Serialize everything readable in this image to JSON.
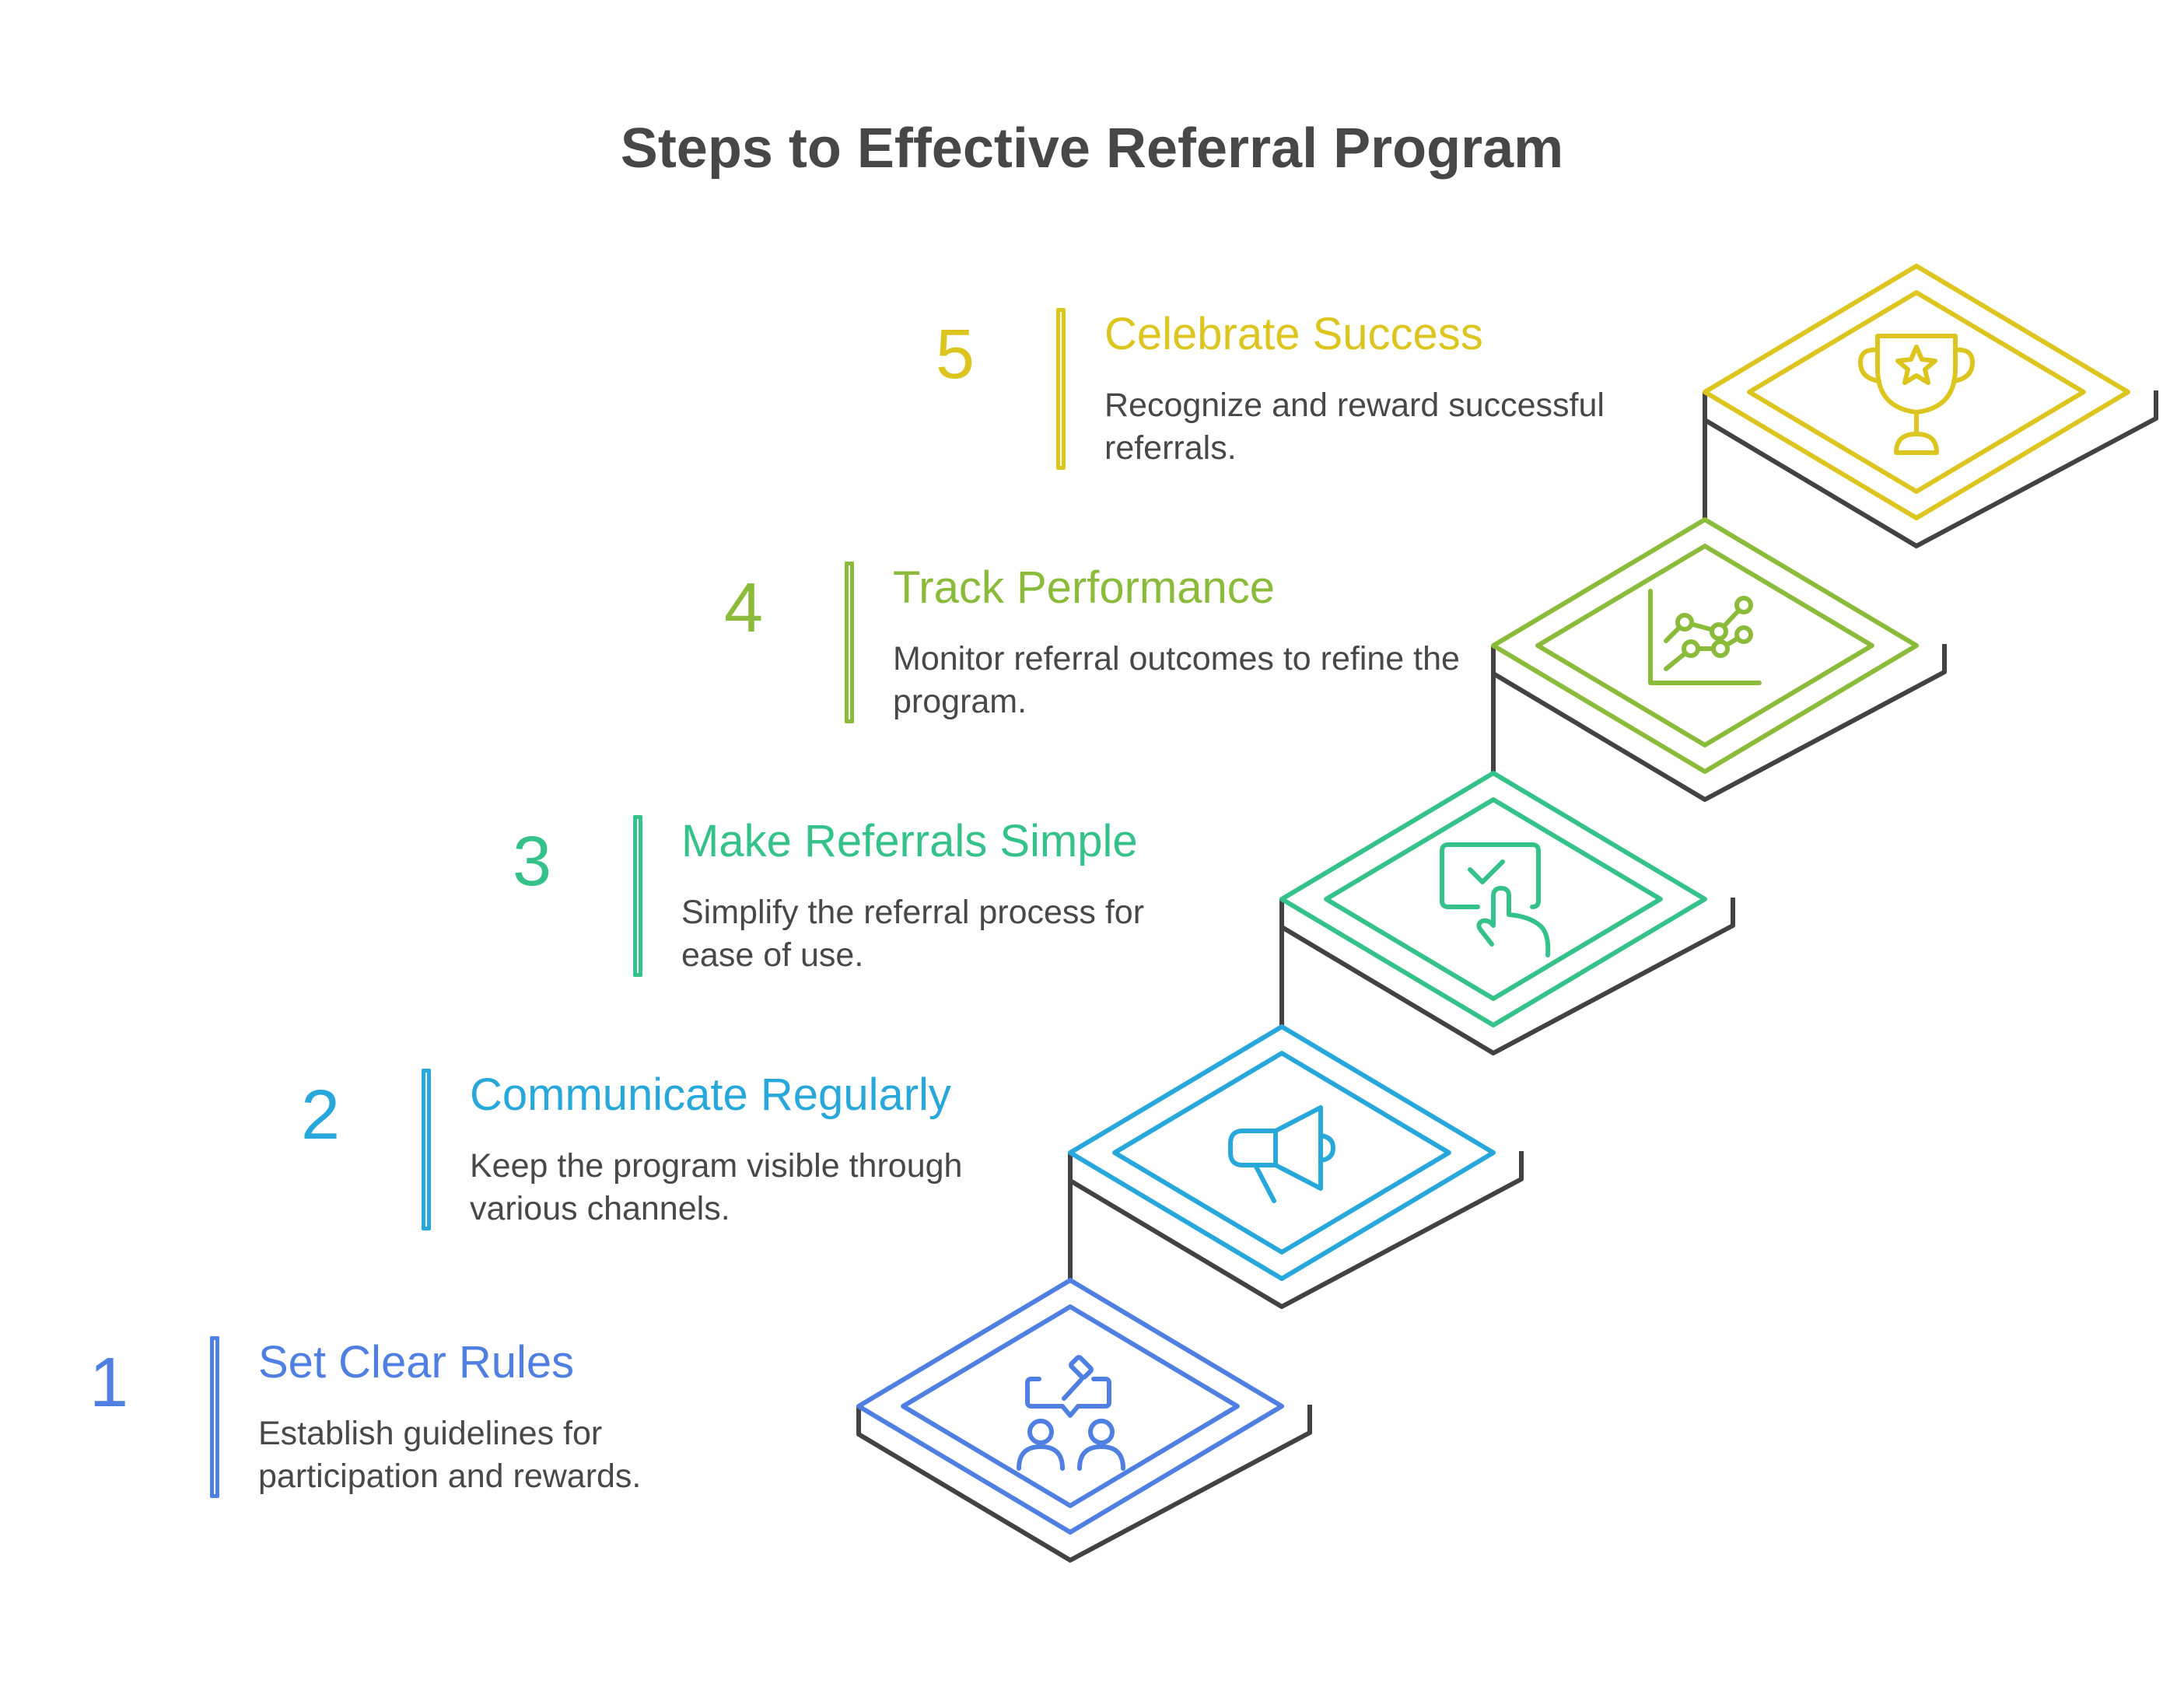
{
  "title": "Steps to Effective Referral Program",
  "colors": {
    "outline": "#424242",
    "text": "#484848",
    "title": "#474747"
  },
  "steps": [
    {
      "number": "1",
      "title": "Set Clear Rules",
      "description": "Establish guidelines for participation and rewards.",
      "color": "#4f7fe0",
      "icon": "gavel-chat-people-icon"
    },
    {
      "number": "2",
      "title": "Communicate Regularly",
      "description": "Keep the program visible through various channels.",
      "color": "#27a7da",
      "icon": "megaphone-icon"
    },
    {
      "number": "3",
      "title": "Make Referrals Simple",
      "description": "Simplify the referral process for ease of use.",
      "color": "#35c28a",
      "icon": "touch-checkmark-icon"
    },
    {
      "number": "4",
      "title": "Track Performance",
      "description": "Monitor referral outcomes to refine the program.",
      "color": "#8bbb3a",
      "icon": "line-chart-icon"
    },
    {
      "number": "5",
      "title": "Celebrate Success",
      "description": "Recognize and reward successful referrals.",
      "color": "#dcc51f",
      "icon": "trophy-icon"
    }
  ]
}
